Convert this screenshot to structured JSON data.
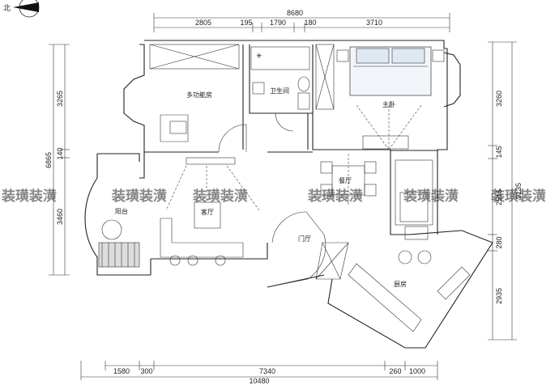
{
  "compass": {
    "label": "北"
  },
  "dims": {
    "top": [
      "8680",
      "2805",
      "195",
      "1790",
      "180",
      "3710"
    ],
    "bottom": [
      "1580",
      "300",
      "7340",
      "260",
      "1000",
      "10480"
    ],
    "left": [
      "3265",
      "140",
      "6865",
      "3460"
    ],
    "right": [
      "3260",
      "145",
      "9135",
      "2515",
      "280",
      "2935"
    ]
  },
  "rooms": {
    "study": "多功能房",
    "bath": "卫生间",
    "master": "主卧",
    "dining": "餐厅",
    "living": "客厅",
    "balcony": "阳台",
    "entry": "门厅",
    "kitchen": "厨房"
  },
  "watermark": "装璜装潢"
}
